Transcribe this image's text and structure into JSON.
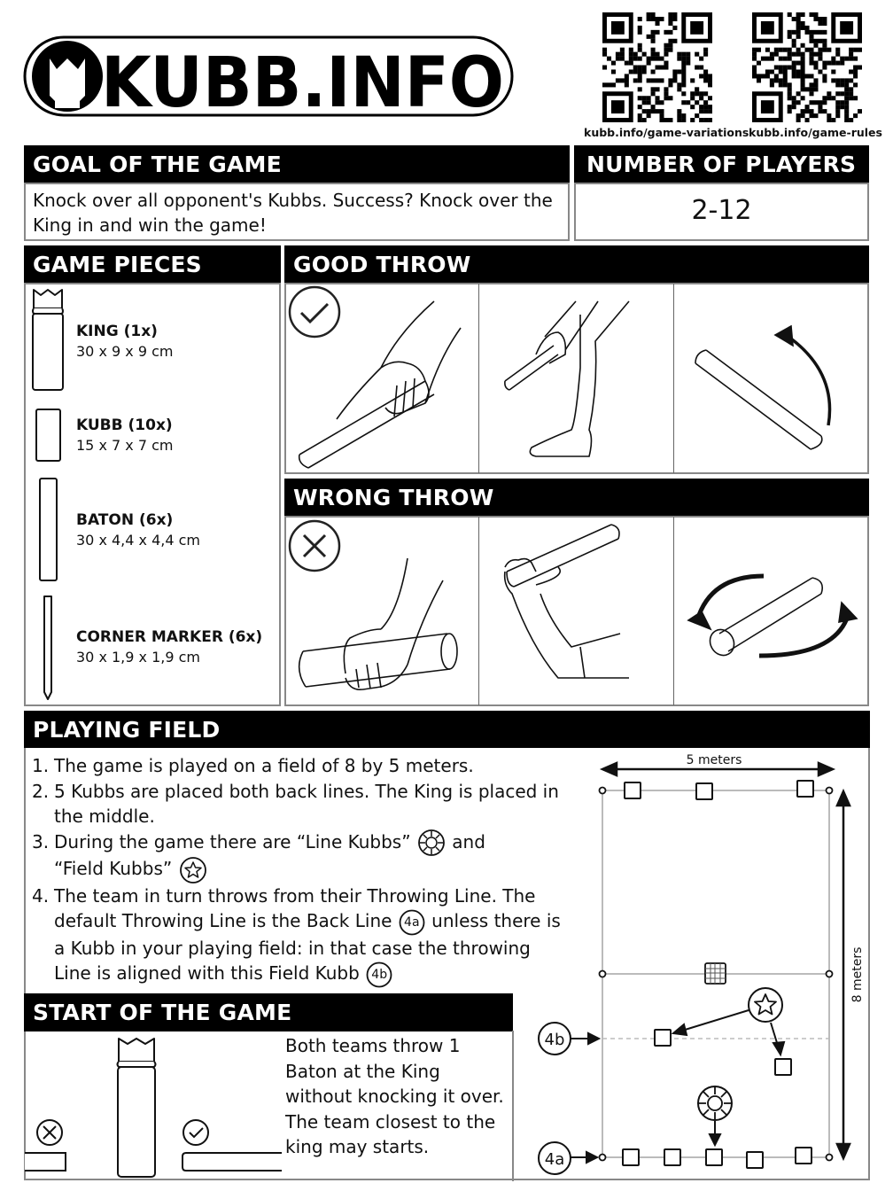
{
  "logo": {
    "text": "KUBB.INFO"
  },
  "qr_codes": [
    {
      "label": "kubb.info/game-variations",
      "icon": "qr-code-icon"
    },
    {
      "label": "kubb.info/game-rules",
      "icon": "qr-code-icon"
    }
  ],
  "goal": {
    "title": "GOAL OF THE GAME",
    "text": "Knock over all opponent's Kubbs. Success? Knock over the King in and win the game!"
  },
  "players": {
    "title": "NUMBER OF PLAYERS",
    "value": "2-12"
  },
  "game_pieces": {
    "title": "GAME PIECES",
    "items": [
      {
        "name": "KING (1x)",
        "size": "30 x 9 x 9 cm",
        "icon": "king-icon"
      },
      {
        "name": "KUBB (10x)",
        "size": "15 x 7 x 7 cm",
        "icon": "kubb-icon"
      },
      {
        "name": "BATON (6x)",
        "size": "30 x 4,4 x 4,4 cm",
        "icon": "baton-icon"
      },
      {
        "name": "CORNER MARKER (6x)",
        "size": "30 x 1,9 x 1,9 cm",
        "icon": "corner-marker-icon"
      }
    ]
  },
  "good_throw": {
    "title": "GOOD THROW",
    "badge": "check-icon",
    "panels": [
      "hand-grip-vertical-illustration",
      "underarm-swing-illustration",
      "baton-end-over-end-rotation-illustration"
    ]
  },
  "wrong_throw": {
    "title": "WRONG THROW",
    "badge": "cross-icon",
    "panels": [
      "hand-grip-horizontal-illustration",
      "overhead-throw-illustration",
      "baton-spinning-horizontal-illustration"
    ]
  },
  "playing_field": {
    "title": "PLAYING FIELD",
    "items": [
      {
        "num": "1.",
        "text": "The game is played on a field of 8 by 5 meters."
      },
      {
        "num": "2.",
        "text": "5 Kubbs are placed both back lines. The King is placed in the middle."
      },
      {
        "num": "3.",
        "text_a": "During the game there are “Line Kubbs”",
        "text_b": "and",
        "text_c": "“Field Kubbs”"
      },
      {
        "num": "4.",
        "text_a": "The team in turn throws from their Throwing Line. The default Throwing Line is the Back Line",
        "badge_a": "4a",
        "text_b": "unless there is a Kubb in your playing field: in that case the throwing Line is aligned with this Field Kubb",
        "badge_b": "4b"
      }
    ],
    "diagram": {
      "width_label": "5 meters",
      "length_label": "8 meters",
      "throwing_line_label": "4b",
      "back_line_label": "4a"
    }
  },
  "start_of_game": {
    "title": "START OF THE GAME",
    "text": "Both teams throw 1 Baton at the King without knocking it over. The team closest to the king may starts."
  }
}
